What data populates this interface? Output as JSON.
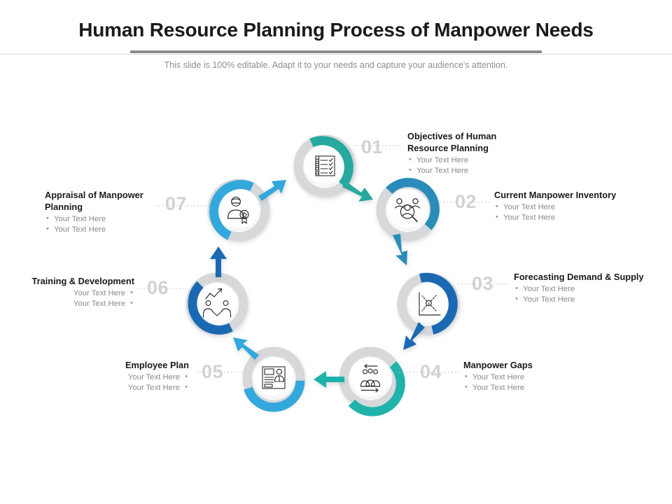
{
  "header": {
    "title": "Human Resource Planning Process of Manpower Needs",
    "subtitle": "This slide is 100% editable. Adapt it to your needs and capture your audience's attention."
  },
  "diagram": {
    "type": "circular-process",
    "step_count": 7,
    "flow": "clockwise",
    "colors": {
      "ring_track": "#d6d8da",
      "teal": "#27a99f",
      "teal_alt": "#1fb3ab",
      "blue_mid": "#2a8cb8",
      "blue_dark": "#1c69b3",
      "blue_light": "#33a8dc",
      "number_gray": "#d2d2d2",
      "title_text": "#1a1a1a",
      "bullet_text": "#8a8a8a",
      "icon_stroke": "#2b2b2b"
    },
    "steps": [
      {
        "number": "01",
        "title": "Objectives of Human Resource Planning",
        "bullets": [
          "Your Text Here",
          "Your Text Here"
        ],
        "icon": "checklist-icon",
        "ring_color": "#27a99f",
        "arrow_color": "#27a99f"
      },
      {
        "number": "02",
        "title": "Current Manpower Inventory",
        "bullets": [
          "Your Text Here",
          "Your Text Here"
        ],
        "icon": "people-search-icon",
        "ring_color": "#2a8cb8",
        "arrow_color": "#2a8cb8"
      },
      {
        "number": "03",
        "title": "Forecasting Demand & Supply",
        "bullets": [
          "Your Text Here",
          "Your Text Here"
        ],
        "icon": "forecast-chart-icon",
        "ring_color": "#1c69b3",
        "arrow_color": "#1c69b3"
      },
      {
        "number": "04",
        "title": "Manpower Gaps",
        "bullets": [
          "Your Text Here",
          "Your Text Here"
        ],
        "icon": "group-arrows-icon",
        "ring_color": "#1fb3ab",
        "arrow_color": "#1fb3ab"
      },
      {
        "number": "05",
        "title": "Employee Plan",
        "bullets": [
          "Your Text Here",
          "Your Text Here"
        ],
        "icon": "presentation-person-icon",
        "ring_color": "#33a8dc",
        "arrow_color": "#33a8dc"
      },
      {
        "number": "06",
        "title": "Training & Development",
        "bullets": [
          "Your Text Here",
          "Your Text Here"
        ],
        "icon": "handshake-growth-icon",
        "ring_color": "#1c69b3",
        "arrow_color": "#1c69b3"
      },
      {
        "number": "07",
        "title": "Appraisal of Manpower Planning",
        "bullets": [
          "Your Text Here",
          "Your Text Here"
        ],
        "icon": "person-award-icon",
        "ring_color": "#33a8dc",
        "arrow_color": "#33a8dc"
      }
    ]
  }
}
